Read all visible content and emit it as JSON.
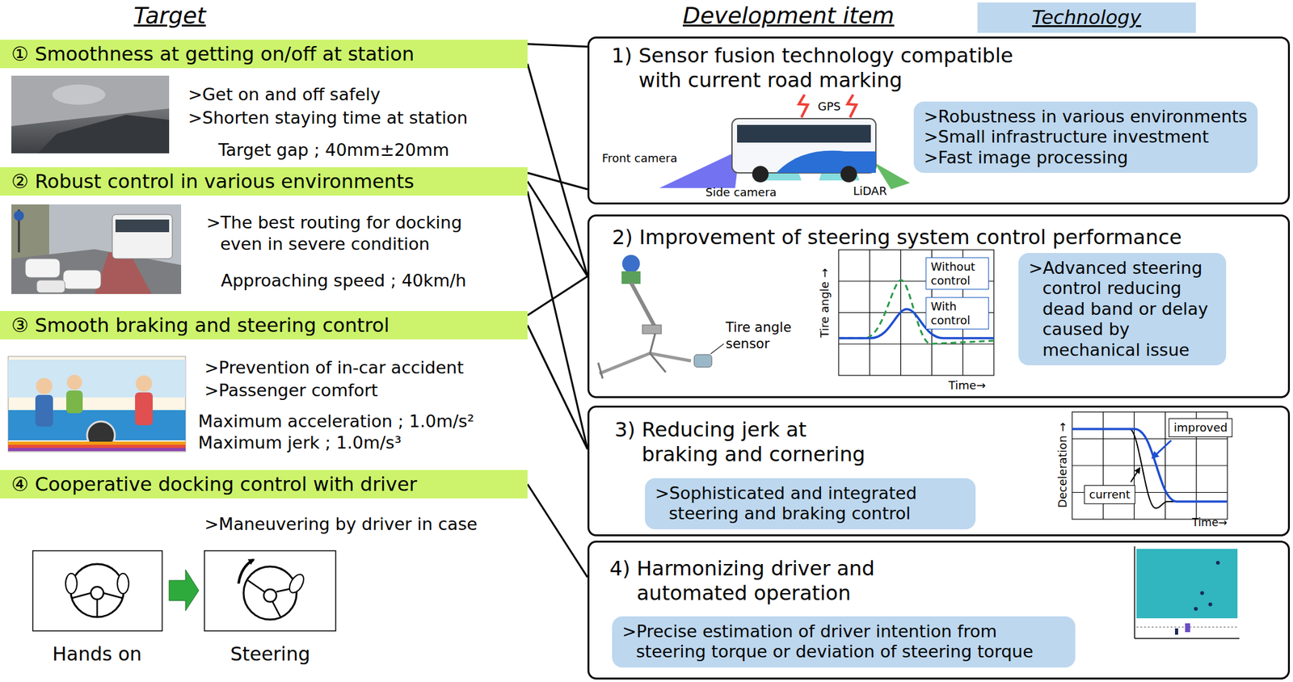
{
  "diagram": {
    "nodes": [
      {
        "text": [
          "Technology"
        ]
      },
      {
        "text": [
          "① Smoothness at getting on/off at station"
        ]
      },
      {
        "text": [
          "② Robust control in various environments"
        ]
      },
      {
        "text": [
          "③ Smooth braking and steering control"
        ]
      },
      {
        "text": [
          "④ Cooperative docking control with driver"
        ]
      },
      {
        "text": [
          "1) Sensor fusion technology compatible with current road marking"
        ]
      },
      {
        "text": [
          ">Robustness in various environments",
          ">Small infrastructure investment",
          ">Fast image processing"
        ],
        "in": 5
      },
      {
        "text": [
          "2) Improvement of steering system control performance"
        ]
      },
      {
        "text": [
          "Without control"
        ],
        "in": 7
      },
      {
        "text": [
          "With control"
        ],
        "in": 7
      },
      {
        "text": [
          ">Advanced steering control reducing dead band or delay caused by mechanical issue"
        ],
        "in": 7
      },
      {
        "text": [
          "3) Reducing jerk at braking and cornering"
        ]
      },
      {
        "text": [
          ">Sophisticated and integrated steering and braking control"
        ],
        "in": 11
      },
      {
        "text": [
          "improved"
        ],
        "in": 11
      },
      {
        "text": [
          "current"
        ],
        "in": 11
      },
      {
        "text": [
          "4) Harmonizing driver and automated operation"
        ]
      },
      {
        "text": [
          ">Precise estimation of driver intention from steering torque or deviation of steering torque"
        ],
        "in": 15
      }
    ],
    "edges": [
      {
        "from": 1,
        "to": 5,
        "arrow": "none"
      },
      {
        "from": 1,
        "to": 7,
        "arrow": "none"
      },
      {
        "from": 2,
        "to": 5,
        "arrow": "none"
      },
      {
        "from": 2,
        "to": 7,
        "arrow": "none"
      },
      {
        "from": 2,
        "to": 11,
        "arrow": "none"
      },
      {
        "from": 3,
        "to": 7,
        "arrow": "none"
      },
      {
        "from": 3,
        "to": 11,
        "arrow": "none"
      },
      {
        "from": 4,
        "to": 15,
        "arrow": "none"
      }
    ],
    "labels": [
      "Target",
      "Development item",
      ">Get on and off safely",
      ">Shorten staying time at station",
      "Target gap ; 40mm±20mm",
      ">The best routing for docking even in severe condition",
      "Approaching speed ; 40km/h",
      ">Prevention of in-car accident",
      ">Passenger comfort",
      "Maximum acceleration ; 1.0m/s²",
      "Maximum jerk ; 1.0m/s³",
      ">Maneuvering by driver in case",
      "Hands on",
      "Steering",
      "GPS",
      "Front camera",
      "Side camera",
      "LiDAR",
      "Tire angle sensor",
      "Tire angle →",
      "Time→",
      "Deceleration →",
      "Time→"
    ]
  }
}
